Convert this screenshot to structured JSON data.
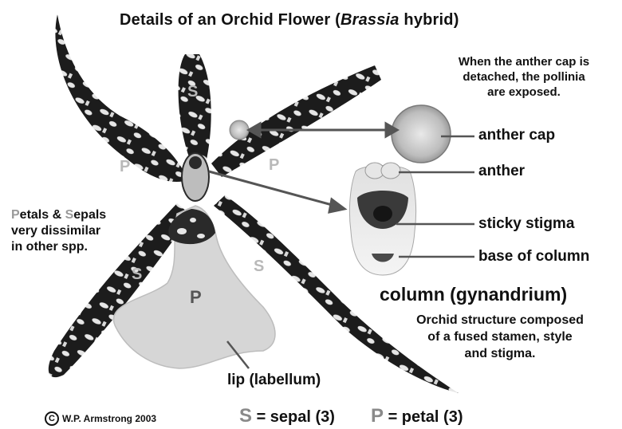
{
  "title": {
    "pre": "Details of an Orchid Flower (",
    "genus": "Brassia",
    "post": " hybrid)"
  },
  "note_anther_cap": [
    "When the anther cap is",
    "detached, the pollinia",
    "are exposed."
  ],
  "labels": {
    "anther_cap": "anther cap",
    "anther": "anther",
    "sticky_stigma": "sticky stigma",
    "base_of_column": "base of column",
    "column": "column (gynandrium)",
    "lip": "lip (labellum)"
  },
  "column_note": [
    "Orchid structure composed",
    "of a fused stamen, style",
    "and stigma."
  ],
  "dissimilar_note": {
    "p": "P",
    "etals": "etals & ",
    "s": "S",
    "epals": "epals",
    "line2": "very dissimilar",
    "line3": "in other spp."
  },
  "flower_marks": {
    "sepal": "S",
    "petal": "P"
  },
  "legend": {
    "s_key": "S",
    "s_text": " = sepal (3)",
    "p_key": "P",
    "p_text": " = petal (3)"
  },
  "copyright": {
    "symbol": "C",
    "text": "W.P. Armstrong 2003"
  }
}
